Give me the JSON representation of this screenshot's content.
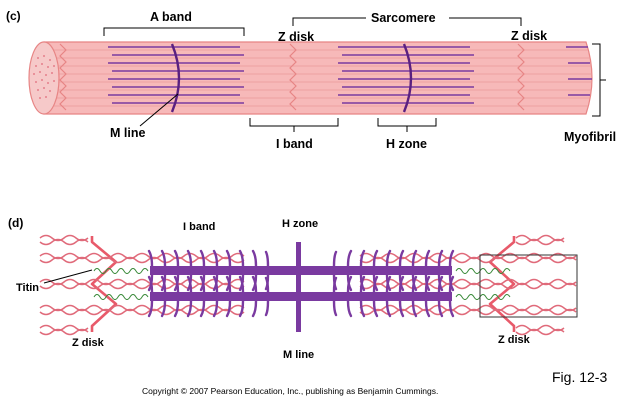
{
  "panel_c": {
    "letter": "(c)",
    "a_band": "A band",
    "sarcomere": "Sarcomere",
    "z_disk_left": "Z disk",
    "z_disk_right": "Z disk",
    "m_line": "M line",
    "i_band": "I band",
    "h_zone": "H zone",
    "myofibril": "Myofibril"
  },
  "panel_d": {
    "letter": "(d)",
    "i_band": "I band",
    "h_zone": "H zone",
    "titin": "Titin",
    "z_disk_left": "Z disk",
    "z_disk_right": "Z disk",
    "m_line": "M line"
  },
  "footer": {
    "copyright": "Copyright © 2007 Pearson Education, Inc., publishing as Benjamin Cummings.",
    "figure": "Fig. 12-3"
  },
  "colors": {
    "myofibril_fill": "#f7b9b9",
    "myofibril_line": "#e78585",
    "thick_filament": "#7a3aa0",
    "thin_filament": "#e06a7a",
    "z_disk": "#e85a6a",
    "titin": "#3a8a3a"
  }
}
